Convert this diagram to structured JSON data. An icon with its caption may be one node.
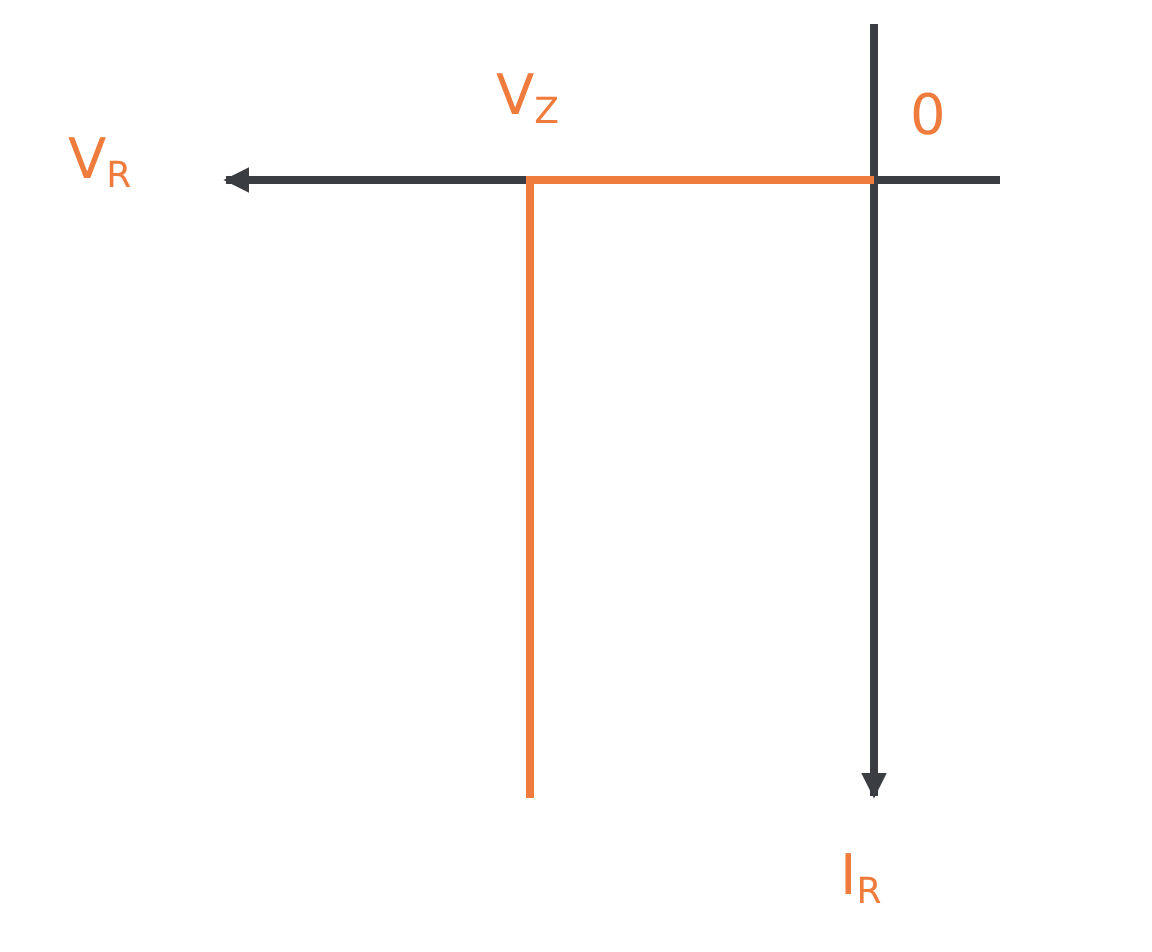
{
  "diagram": {
    "labels": [
      "V$_{R}$",
      "V$_{Z}$",
      "0",
      "I$_{R}$"
    ]
  }
}
